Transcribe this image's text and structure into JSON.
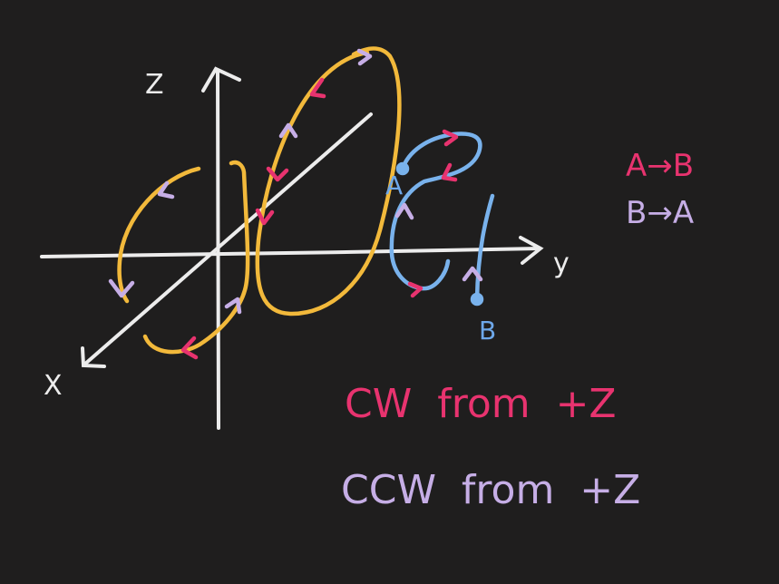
{
  "axes": {
    "x": "X",
    "y": "y",
    "z": "Z"
  },
  "points": {
    "a": "A",
    "b": "B"
  },
  "legend": {
    "a_to_b": "A→B",
    "b_to_a": "B→A"
  },
  "notes": {
    "cw": "CW  from  +Z",
    "ccw": "CCW  from  +Z"
  },
  "colors": {
    "background": "#1f1e1e",
    "axes": "#ececec",
    "curve_yellow": "#f2b93b",
    "curve_blue": "#79b2ec",
    "arrow_pink": "#e8336f",
    "arrow_lavender": "#c6aee6"
  }
}
